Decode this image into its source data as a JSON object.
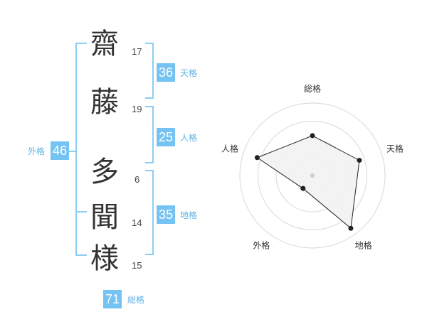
{
  "colors": {
    "accent": "#74c3f3",
    "label": "#5fb3e6",
    "line": "#8ccdf3",
    "radar_fill": "#f2f2f2",
    "radar_ring": "#d9d9d9",
    "radar_stroke": "#222222"
  },
  "name": {
    "chars": [
      {
        "char": "齋",
        "strokes": "17"
      },
      {
        "char": "藤",
        "strokes": "19"
      },
      {
        "char": "多",
        "strokes": "6"
      },
      {
        "char": "聞",
        "strokes": "14"
      },
      {
        "char": "様",
        "strokes": "15"
      }
    ]
  },
  "fortunes": {
    "tenkaku": {
      "value": "36",
      "label": "天格"
    },
    "jinkaku": {
      "value": "25",
      "label": "人格"
    },
    "chikaku": {
      "value": "35",
      "label": "地格"
    },
    "gaikaku": {
      "value": "46",
      "label": "外格"
    },
    "soukaku": {
      "value": "71",
      "label": "総格"
    }
  },
  "chart_data": {
    "type": "radar",
    "axes": [
      "総格",
      "天格",
      "地格",
      "外格",
      "人格"
    ],
    "values": [
      0.55,
      0.68,
      0.9,
      0.22,
      0.8
    ],
    "max": 1,
    "rings": 4
  }
}
